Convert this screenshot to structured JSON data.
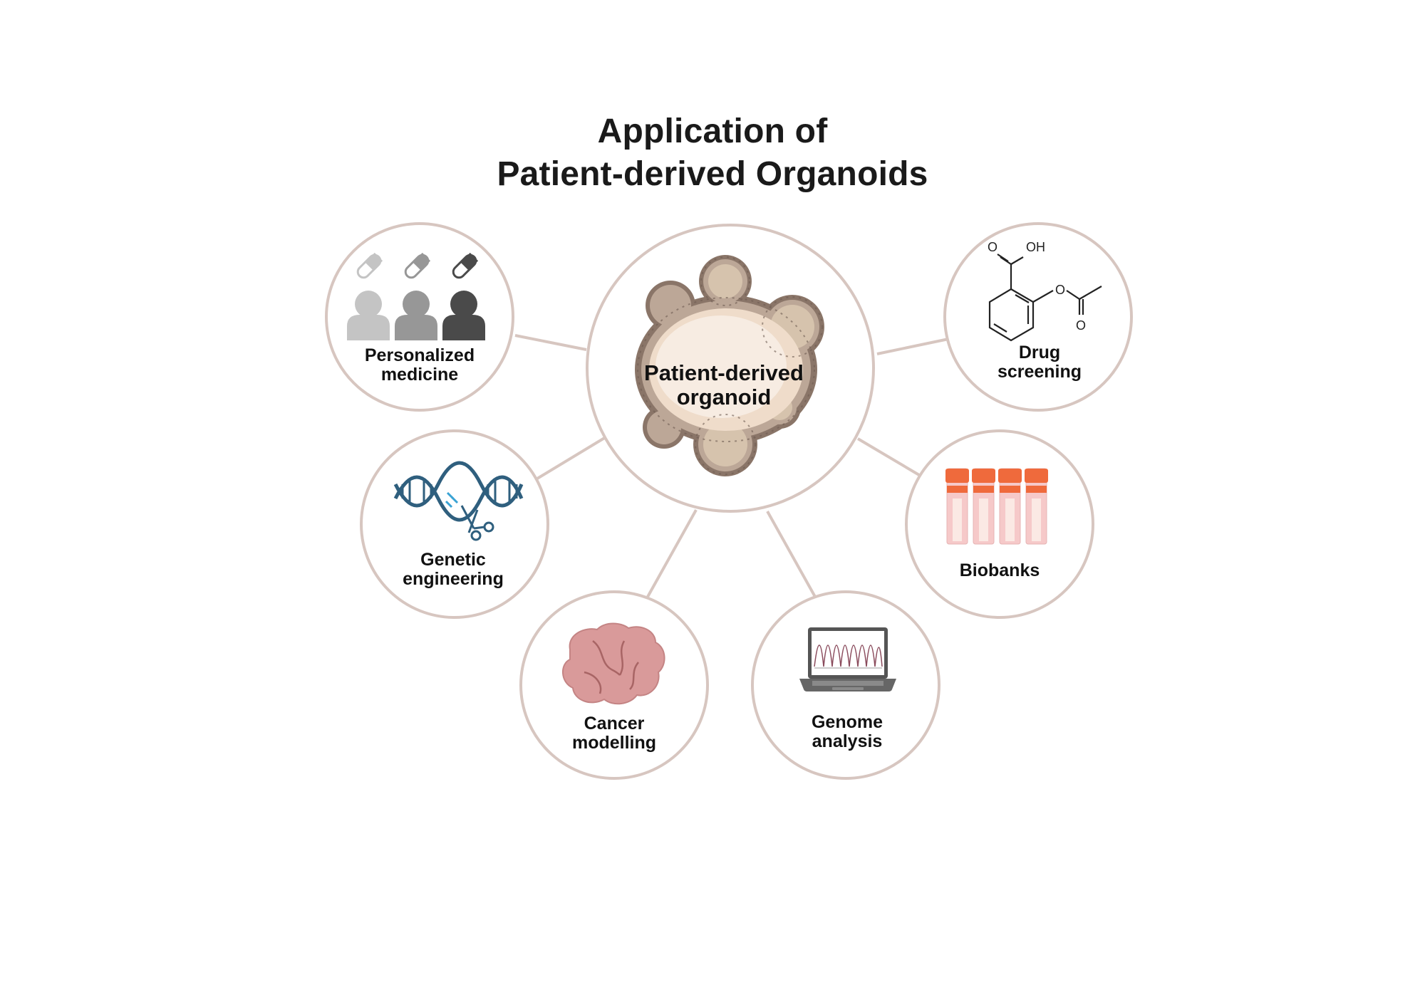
{
  "title": {
    "line1": "Application of",
    "line2": "Patient-derived Organoids"
  },
  "center": {
    "label_line1": "Patient-derived",
    "label_line2": "organoid",
    "icon": "organoid-cluster-icon"
  },
  "nodes": [
    {
      "id": "personalized-medicine",
      "line1": "Personalized",
      "line2": "medicine",
      "icon": "patients-with-pills-icon"
    },
    {
      "id": "drug-screening",
      "line1": "Drug",
      "line2": "screening",
      "icon": "aspirin-molecule-icon"
    },
    {
      "id": "genetic-engineering",
      "line1": "Genetic",
      "line2": "engineering",
      "icon": "dna-scissors-icon"
    },
    {
      "id": "biobanks",
      "line1": "Biobanks",
      "line2": "",
      "icon": "sample-tubes-icon"
    },
    {
      "id": "cancer-modelling",
      "line1": "Cancer",
      "line2": "modelling",
      "icon": "tumor-icon"
    },
    {
      "id": "genome-analysis",
      "line1": "Genome",
      "line2": "analysis",
      "icon": "laptop-sequencing-icon"
    }
  ],
  "molecule": {
    "o_top": "O",
    "oh": "OH",
    "o_ester": "O",
    "o_carbonyl": "O"
  },
  "colors": {
    "ring": "#d7c6c0",
    "organoid_outer": "#7d6a60",
    "organoid_inner": "#f6ebe1",
    "dna": "#2f5f7e",
    "dna_accent": "#3aa3d4",
    "tube_cap": "#ef6a3c",
    "tube_body": "#f6c9c9",
    "tumor": "#d99a9a",
    "person_light": "#c4c4c4",
    "person_mid": "#979797",
    "person_dark": "#4a4a4a"
  }
}
